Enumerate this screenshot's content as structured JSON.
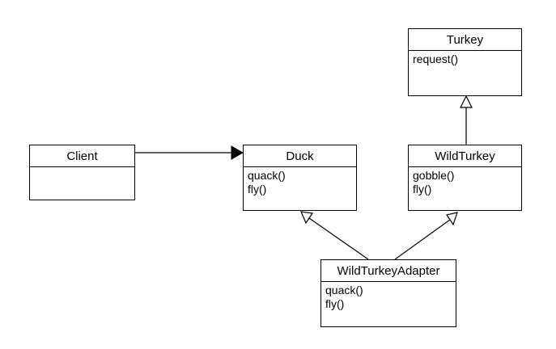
{
  "classes": {
    "client": {
      "name": "Client",
      "methods": []
    },
    "duck": {
      "name": "Duck",
      "methods": [
        "quack()",
        "fly()"
      ]
    },
    "turkey": {
      "name": "Turkey",
      "methods": [
        "request()"
      ]
    },
    "wild_turkey": {
      "name": "WildTurkey",
      "methods": [
        "gobble()",
        "fly()"
      ]
    },
    "wild_turkey_adapter": {
      "name": "WildTurkeyAdapter",
      "methods": [
        "quack()",
        "fly()"
      ]
    }
  },
  "relationships": [
    {
      "from": "Client",
      "to": "Duck",
      "type": "association"
    },
    {
      "from": "WildTurkey",
      "to": "Turkey",
      "type": "generalization"
    },
    {
      "from": "WildTurkeyAdapter",
      "to": "Duck",
      "type": "generalization"
    },
    {
      "from": "WildTurkeyAdapter",
      "to": "WildTurkey",
      "type": "generalization"
    }
  ],
  "colors": {
    "line": "#000000",
    "background": "#ffffff"
  }
}
